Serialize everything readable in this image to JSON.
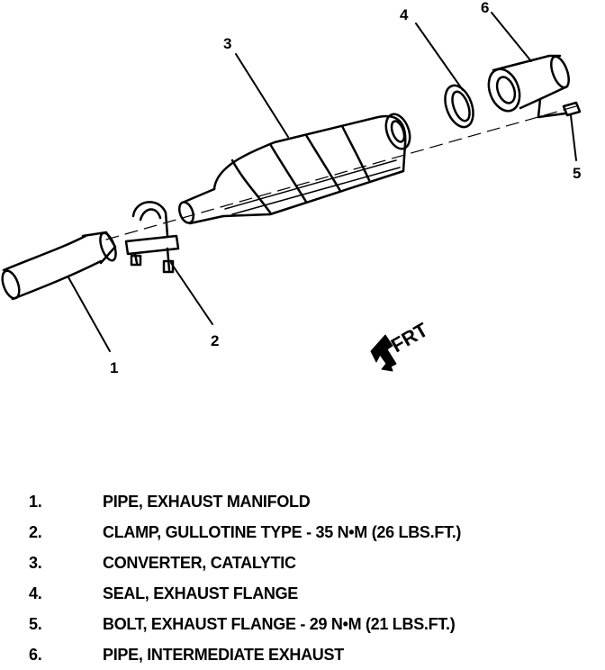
{
  "diagram": {
    "callouts": [
      "1",
      "2",
      "3",
      "4",
      "5",
      "6"
    ],
    "direction_label": "FRT"
  },
  "legend": [
    {
      "num": "1.",
      "text": "PIPE, EXHAUST MANIFOLD"
    },
    {
      "num": "2.",
      "text": "CLAMP, GULLOTINE TYPE - 35 N•M (26 LBS.FT.)"
    },
    {
      "num": "3.",
      "text": "CONVERTER, CATALYTIC"
    },
    {
      "num": "4.",
      "text": "SEAL, EXHAUST FLANGE"
    },
    {
      "num": "5.",
      "text": "BOLT, EXHAUST FLANGE - 29 N•M (21 LBS.FT.)"
    },
    {
      "num": "6.",
      "text": "PIPE, INTERMEDIATE EXHAUST"
    }
  ]
}
